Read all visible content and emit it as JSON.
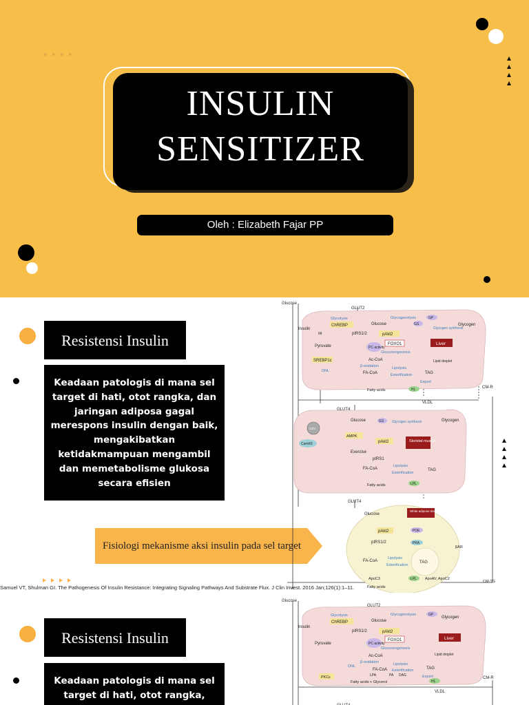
{
  "slide1": {
    "title_line1": "INSULIN",
    "title_line2": "SENSITIZER",
    "author": "Oleh : Elizabeth Fajar PP"
  },
  "slide2": {
    "heading": "Resistensi Insulin",
    "description": "Keadaan patologis di mana sel target di hati, otot rangka, dan jaringan adiposa gagal merespons insulin dengan baik, mengakibatkan ketidakmampuan mengambil dan memetabolisme glukosa secara efisien",
    "arrow_label": "Fisiologi mekanisme aksi insulin pada sel target",
    "citation": "Samuel VT, Shulman GI. The Pathogenesis Of Insulin Resistance: Integrating Signaling Pathways And Substrate Flux. J Clin Invest. 2016 Jan;126(1):1–11."
  },
  "slide3": {
    "heading": "Resistensi Insulin",
    "description": "Keadaan patologis di mana sel target di hati, otot rangka,"
  },
  "diagram": {
    "glucose": "Glucose",
    "glut2": "GLUT2",
    "insulin": "Insulin",
    "ir": "IR",
    "glycolysis": "Glycolysis",
    "glycogenolysis": "Glycogenolysis",
    "gp": "GP",
    "glycogen": "Glycogen",
    "chrebp": "ChREBP",
    "pirs": "pIRS1/2",
    "pakt2": "pAkt2",
    "gsk": "GS",
    "glycogen_synthesis": "Glycogen synthesis",
    "pyruvate": "Pyruvate",
    "pc": "PC activity",
    "foxo1": "FOXO1",
    "gluconeogenesis": "Gluconeogenesis",
    "liver": "Liver",
    "srebp": "SREBP1c",
    "acoa": "Ac-CoA",
    "boxidation": "β-oxidation",
    "dnl": "DNL",
    "facoa": "FA-CoA",
    "lipolysis": "Lipolysis",
    "esterification": "Esterification",
    "tag": "TAG",
    "lipid_droplet": "Lipid droplet",
    "export": "Export",
    "fatty_acids": "Fatty acids",
    "hl": "HL",
    "vldl": "VLDL",
    "cmr": "CM-R",
    "glut4": "GLUT4",
    "csv": "CSV",
    "camk": "CamKII",
    "ampk": "AMPK",
    "exercise": "Exercise",
    "pirs1": "pIRS1",
    "skeletal": "Skeletal muscle",
    "lpl": "LPL",
    "white_adipose": "White adipose tissue",
    "pde": "PDE",
    "pka": "PKA",
    "bar": "βAR",
    "apoc3": "ApoC3",
    "apoav": "ApoAV, ApoC2",
    "cmtg": "CM-TG",
    "pkce": "PKCε",
    "lpa": "LPA",
    "pa": "PA",
    "dag": "DAG",
    "fa_glycerol": "Fatty acids + Glycerol"
  },
  "colors": {
    "slide_bg": "#f8be4a",
    "accent_orange": "#f8b040",
    "cell_fill": "#f5dada",
    "adipose_fill": "#f7f3d2",
    "label_red": "#9b1c1c",
    "path_blue": "#3b7fbf"
  }
}
